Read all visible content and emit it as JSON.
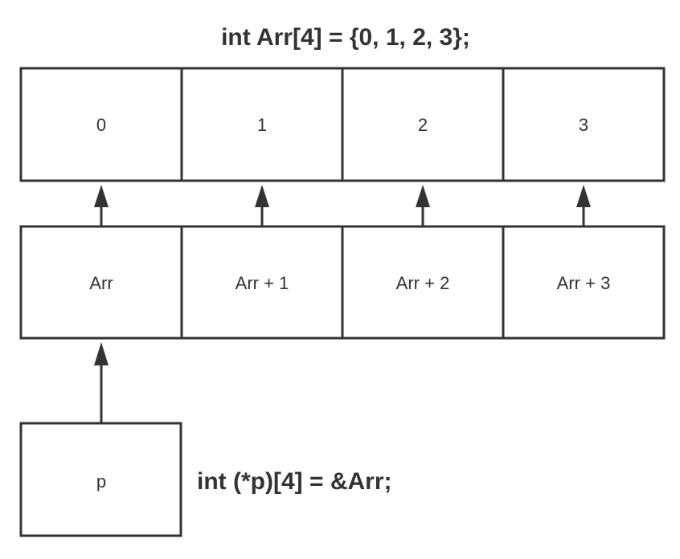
{
  "array_declaration": "int Arr[4] = {0, 1, 2, 3};",
  "array_values": [
    "0",
    "1",
    "2",
    "3"
  ],
  "pointer_labels": [
    "Arr",
    "Arr + 1",
    "Arr + 2",
    "Arr + 3"
  ],
  "pointer_box_label": "p",
  "pointer_declaration": "int (*p)[4] = &Arr;",
  "colors": {
    "stroke": "#333333",
    "text": "#333333",
    "background": "#ffffff"
  }
}
